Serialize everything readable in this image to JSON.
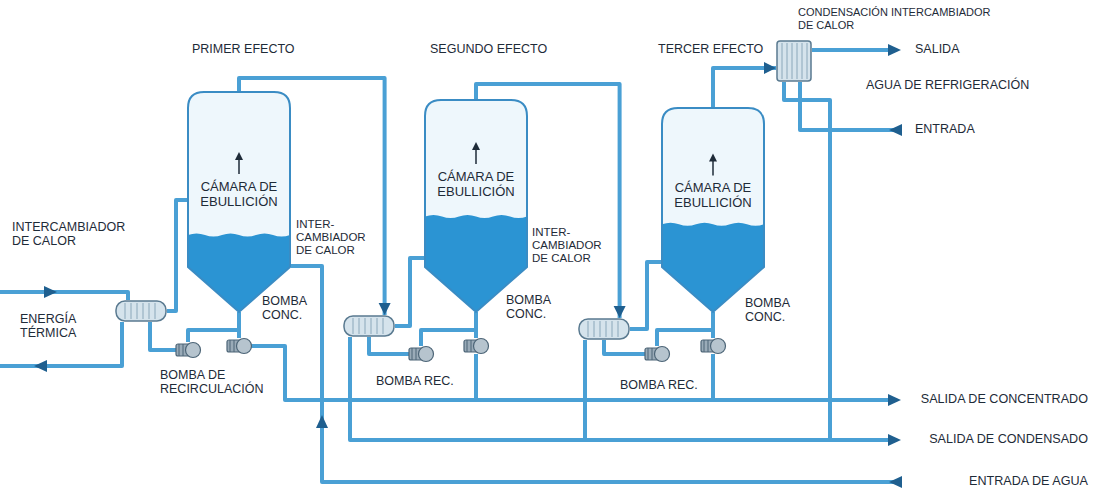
{
  "diagram": {
    "nodes": [
      {
        "text": [
          "CÁMARA DE EBULLICIÓN"
        ]
      },
      {
        "text": [
          "CÁMARA DE EBULLICIÓN"
        ]
      },
      {
        "text": [
          "CÁMARA DE EBULLICIÓN"
        ]
      },
      {
        "text": [
          "INTERCAMBIADOR DE CALOR"
        ]
      },
      {
        "text": [
          "INTER- CAMBIADOR DE CALOR"
        ]
      },
      {
        "text": [
          "INTER- CAMBIADOR DE CALOR"
        ]
      },
      {
        "text": [
          "CONDENSACIÓN INTERCAMBIADOR DE CALOR"
        ]
      }
    ],
    "edges": [
      {
        "from": 0,
        "to": 4,
        "arrow": "to"
      },
      {
        "from": 1,
        "to": 5,
        "arrow": "to"
      },
      {
        "from": 2,
        "to": 6,
        "arrow": "to"
      },
      {
        "from": 3,
        "to": 0,
        "arrow": "none"
      },
      {
        "from": 4,
        "to": 1,
        "arrow": "none"
      },
      {
        "from": 5,
        "to": 2,
        "arrow": "none"
      }
    ],
    "labels": [
      "PRIMER EFECTO",
      "SEGUNDO EFECTO",
      "TERCER EFECTO",
      "ENERGÍA TÉRMICA",
      "BOMBA DE RECIRCULACIÓN",
      "BOMBA CONC.",
      "BOMBA REC.",
      "BOMBA CONC.",
      "BOMBA REC.",
      "BOMBA CONC.",
      "SALIDA",
      "AGUA DE REFRIGERACIÓN",
      "ENTRADA",
      "SALIDA DE CONCENTRADO",
      "SALIDA DE CONDENSADO",
      "ENTRADA DE AGUA"
    ]
  }
}
